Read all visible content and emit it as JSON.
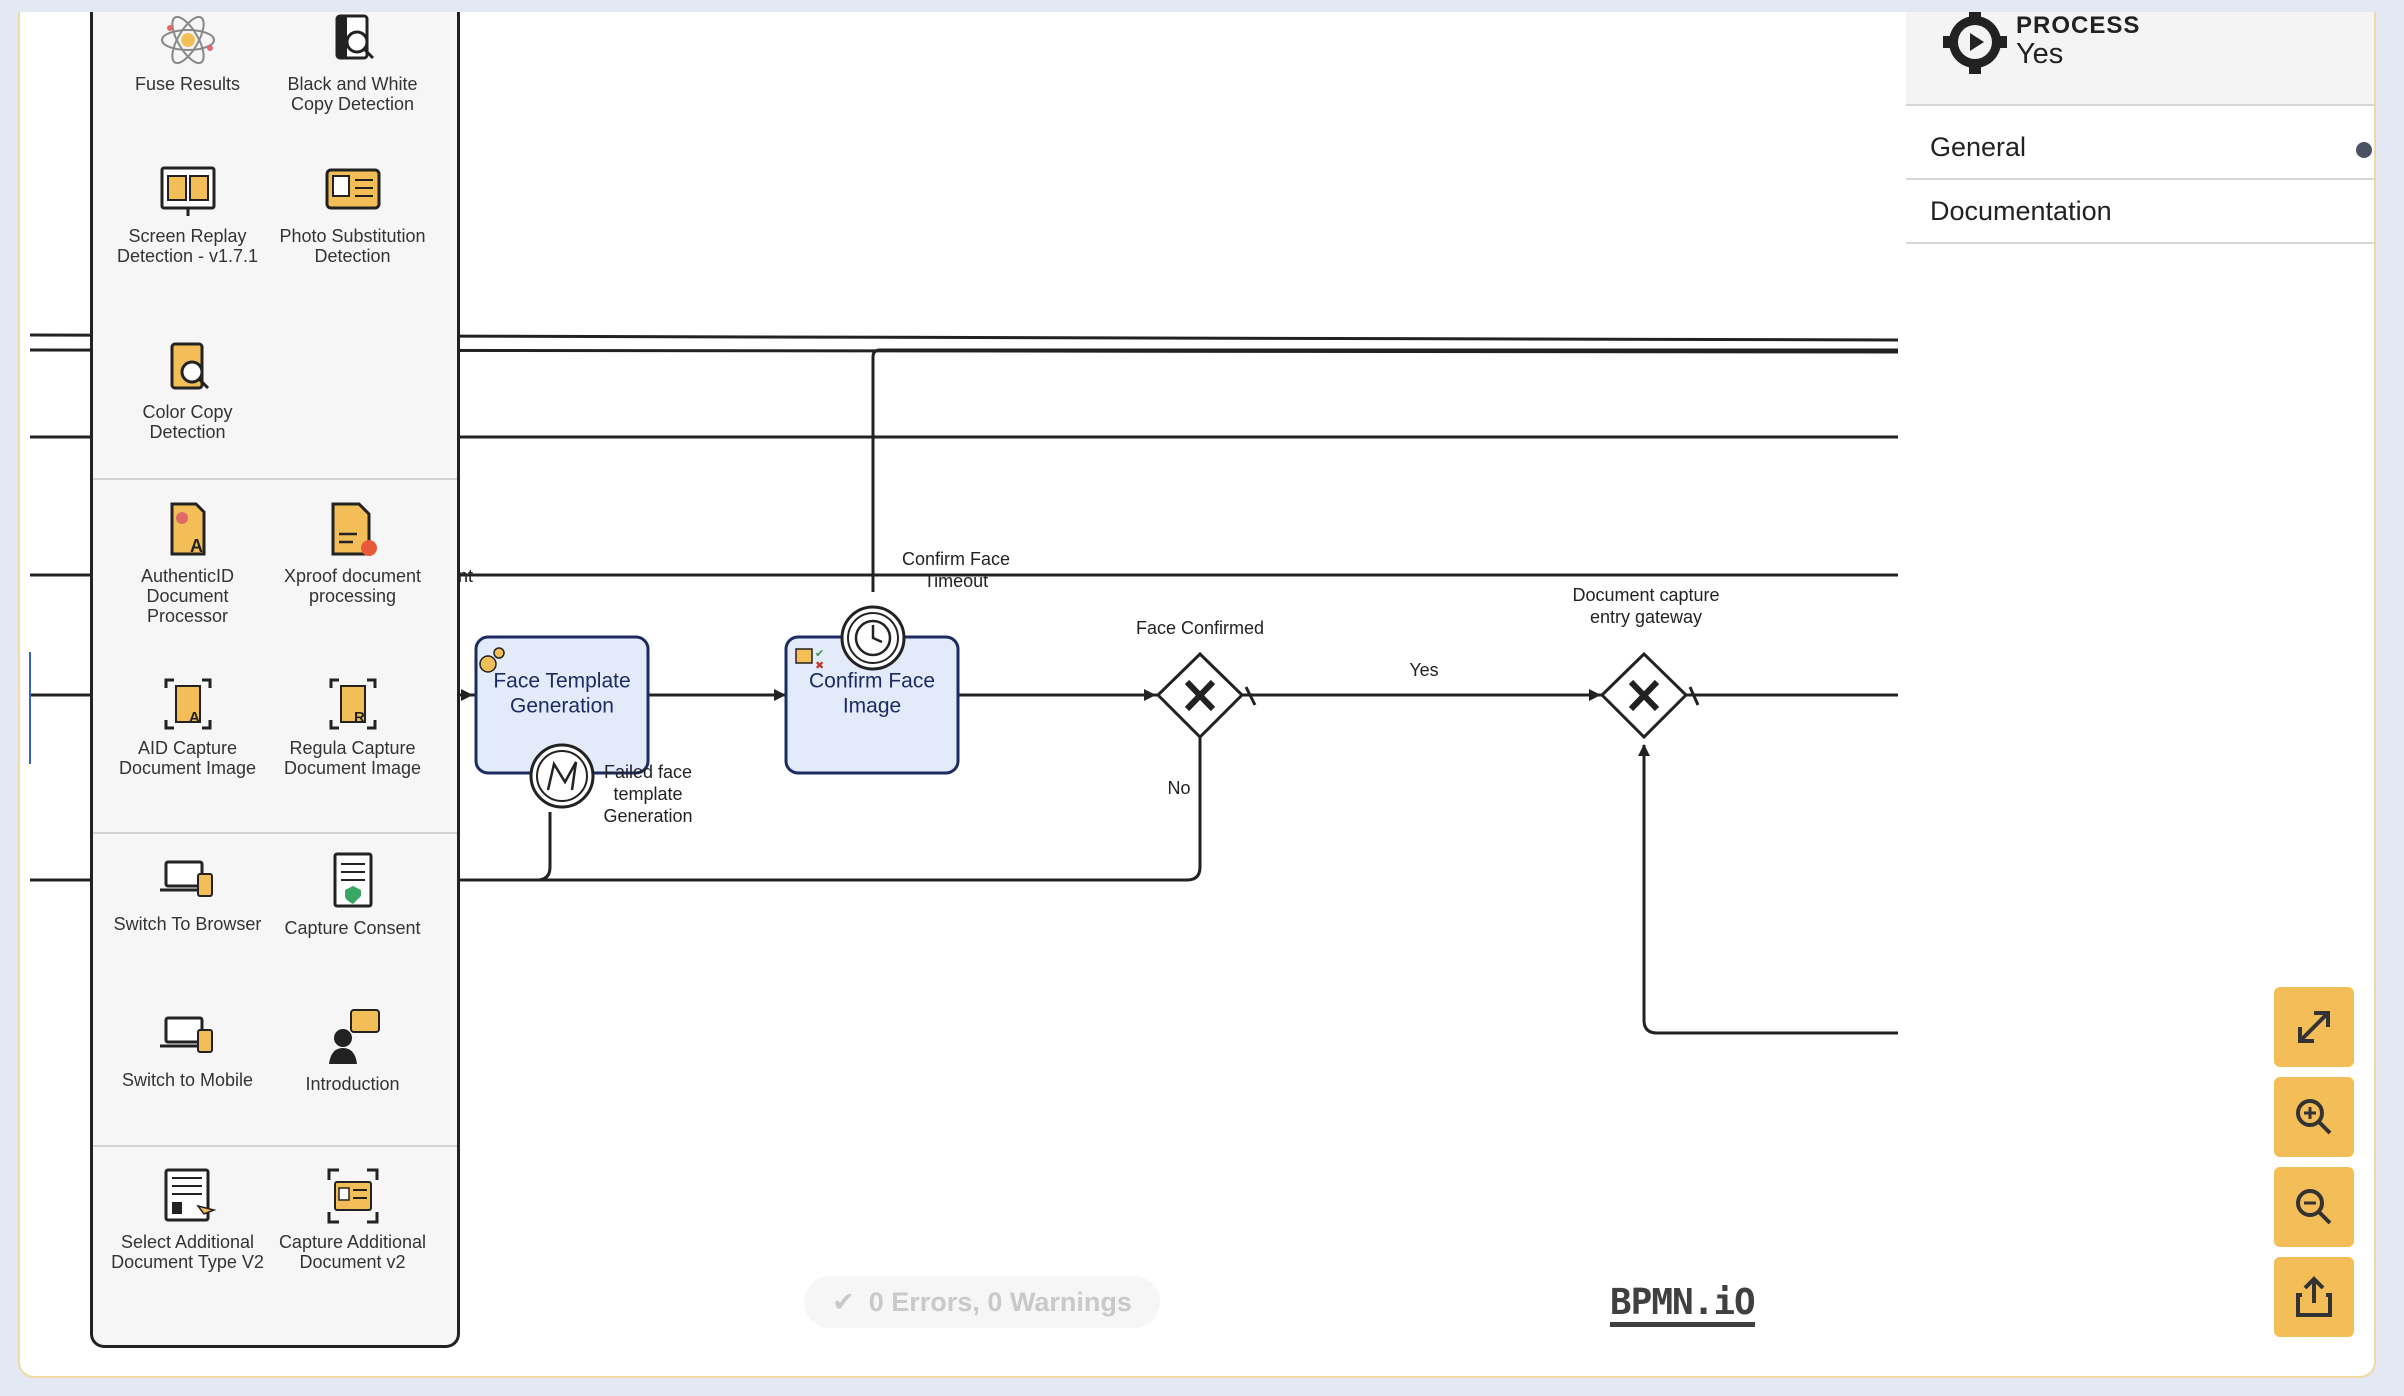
{
  "palette": {
    "items": [
      {
        "label": "Fuse Results",
        "icon": "atom-icon"
      },
      {
        "label": "Black and White Copy Detection",
        "icon": "bw-copy-detection-icon"
      },
      {
        "label": "Screen Replay Detection - v1.7.1",
        "icon": "screen-replay-icon"
      },
      {
        "label": "Photo Substitution Detection",
        "icon": "photo-substitution-icon"
      },
      {
        "label": "Color Copy Detection",
        "icon": "color-copy-icon"
      },
      {
        "label": "AuthenticID Document Processor",
        "icon": "authenticid-document-icon"
      },
      {
        "label": "Xproof document processing",
        "icon": "xproof-document-icon"
      },
      {
        "label": "AID Capture Document Image",
        "icon": "aid-capture-icon"
      },
      {
        "label": "Regula Capture Document Image",
        "icon": "regula-capture-icon"
      },
      {
        "label": "Switch To Browser",
        "icon": "switch-to-browser-icon"
      },
      {
        "label": "Capture Consent",
        "icon": "capture-consent-icon"
      },
      {
        "label": "Switch to Mobile",
        "icon": "switch-to-mobile-icon"
      },
      {
        "label": "Introduction",
        "icon": "introduction-icon"
      },
      {
        "label": "Select Additional Document Type V2",
        "icon": "select-document-type-icon"
      },
      {
        "label": "Capture Additional Document v2",
        "icon": "capture-additional-document-icon"
      }
    ]
  },
  "diagram": {
    "tasks": {
      "face_template": "Face Template Generation",
      "confirm_face": "Confirm Face Image"
    },
    "labels": {
      "confirm_face_timeout": "Confirm Face Timeout",
      "failed_face_template": "Failed face template Generation",
      "face_confirmed": "Face Confirmed",
      "doc_capture_gateway": "Document capture entry gateway",
      "yes": "Yes",
      "no": "No",
      "partial_left": "nt"
    }
  },
  "properties": {
    "element_type": "PROCESS",
    "element_name": "Yes",
    "groups": [
      "General",
      "Documentation"
    ]
  },
  "controls": {
    "fit_icon": "expand-arrows-icon",
    "zoom_in_icon": "zoom-in-icon",
    "zoom_out_icon": "zoom-out-icon",
    "export_icon": "share-export-icon"
  },
  "status": {
    "lint": "0 Errors, 0 Warnings"
  },
  "logo": "BPMN.iO",
  "colors": {
    "accent": "#f3be58",
    "task_fill": "#e3ebfb",
    "task_stroke": "#1d2b63"
  }
}
